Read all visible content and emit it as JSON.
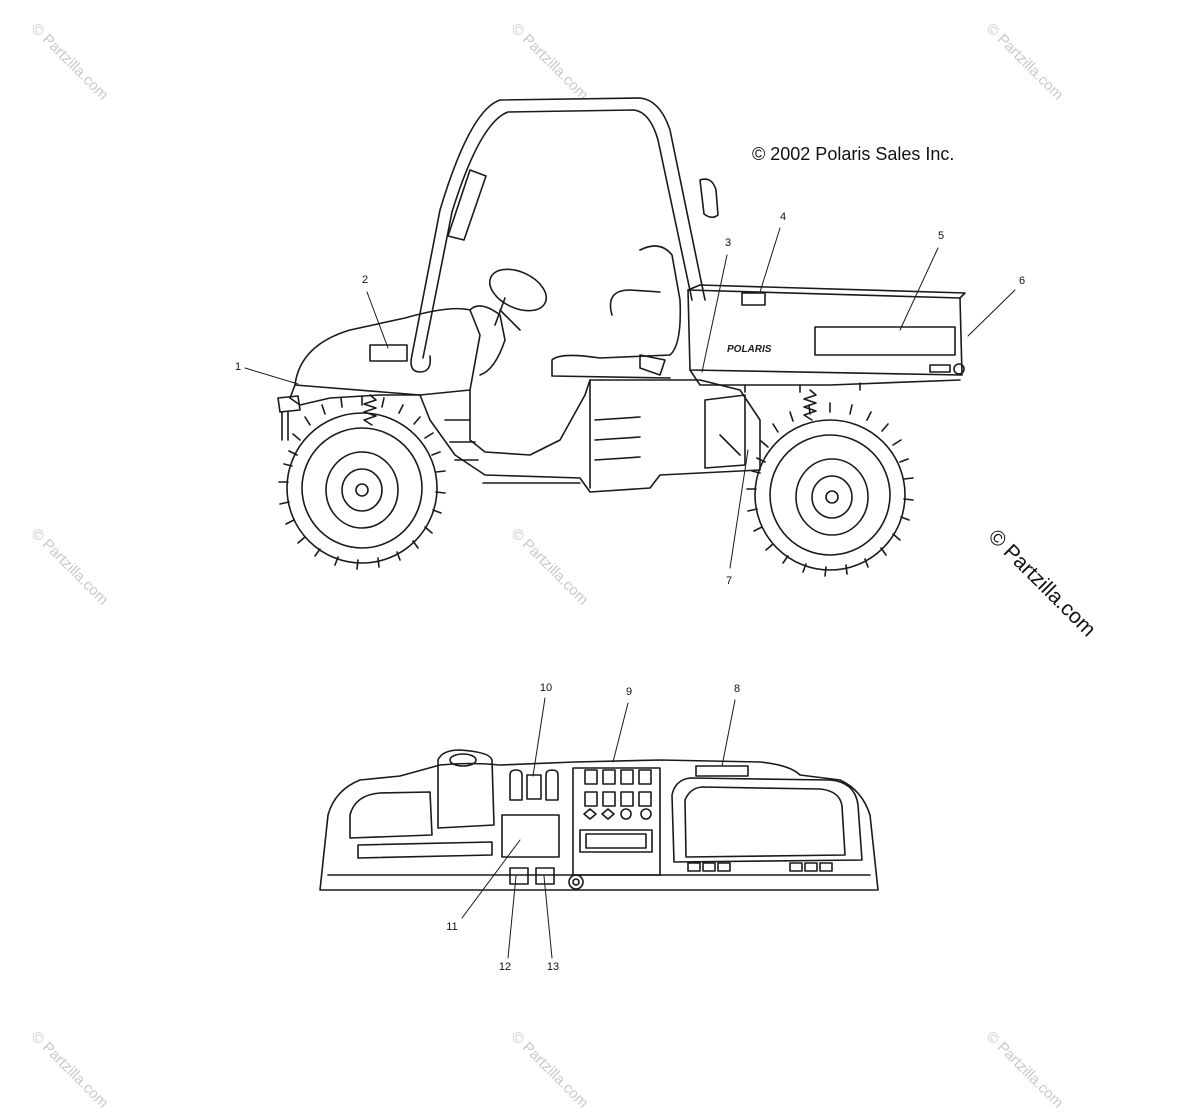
{
  "copyright": "© 2002 Polaris Sales Inc.",
  "brand_logo_text": "POLARIS",
  "watermarks": {
    "small": "© Partzilla.com",
    "big": "© Partzilla.com"
  },
  "callouts": {
    "c1": "1",
    "c2": "2",
    "c3": "3",
    "c4": "4",
    "c5": "5",
    "c6": "6",
    "c7": "7",
    "c8": "8",
    "c9": "9",
    "c10": "10",
    "c11": "11",
    "c12": "12",
    "c13": "13"
  },
  "colors": {
    "line": "#1a1a1a",
    "watermark": "#c9c9c9",
    "background": "#ffffff"
  }
}
